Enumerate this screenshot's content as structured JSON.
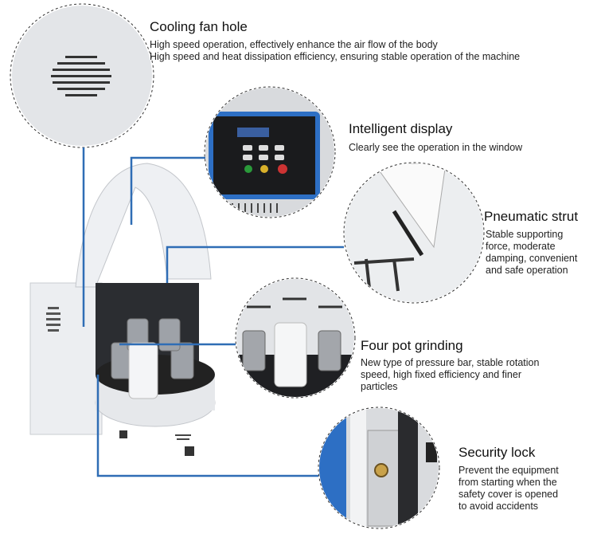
{
  "features": [
    {
      "title": "Cooling fan hole",
      "lines": [
        "High speed operation, effectively enhance the air flow of the body",
        "High speed and heat dissipation efficiency, ensuring stable operation of the machine"
      ]
    },
    {
      "title": "Intelligent display",
      "lines": [
        "Clearly see the operation in the window"
      ]
    },
    {
      "title": "Pneumatic strut",
      "lines": [
        "Stable supporting",
        "force, moderate",
        "damping, convenient",
        "and safe operation"
      ]
    },
    {
      "title": "Four pot grinding",
      "lines": [
        "New type of pressure bar, stable rotation",
        "speed, high fixed efficiency and finer",
        "particles"
      ]
    },
    {
      "title": "Security lock",
      "lines": [
        "Prevent the equipment",
        "from starting when the",
        "safety cover is opened",
        "to avoid accidents"
      ]
    }
  ],
  "colors": {
    "connector": "#2f6db5",
    "panel_blue": "#2d6fc4",
    "body": "#e9ebee"
  }
}
